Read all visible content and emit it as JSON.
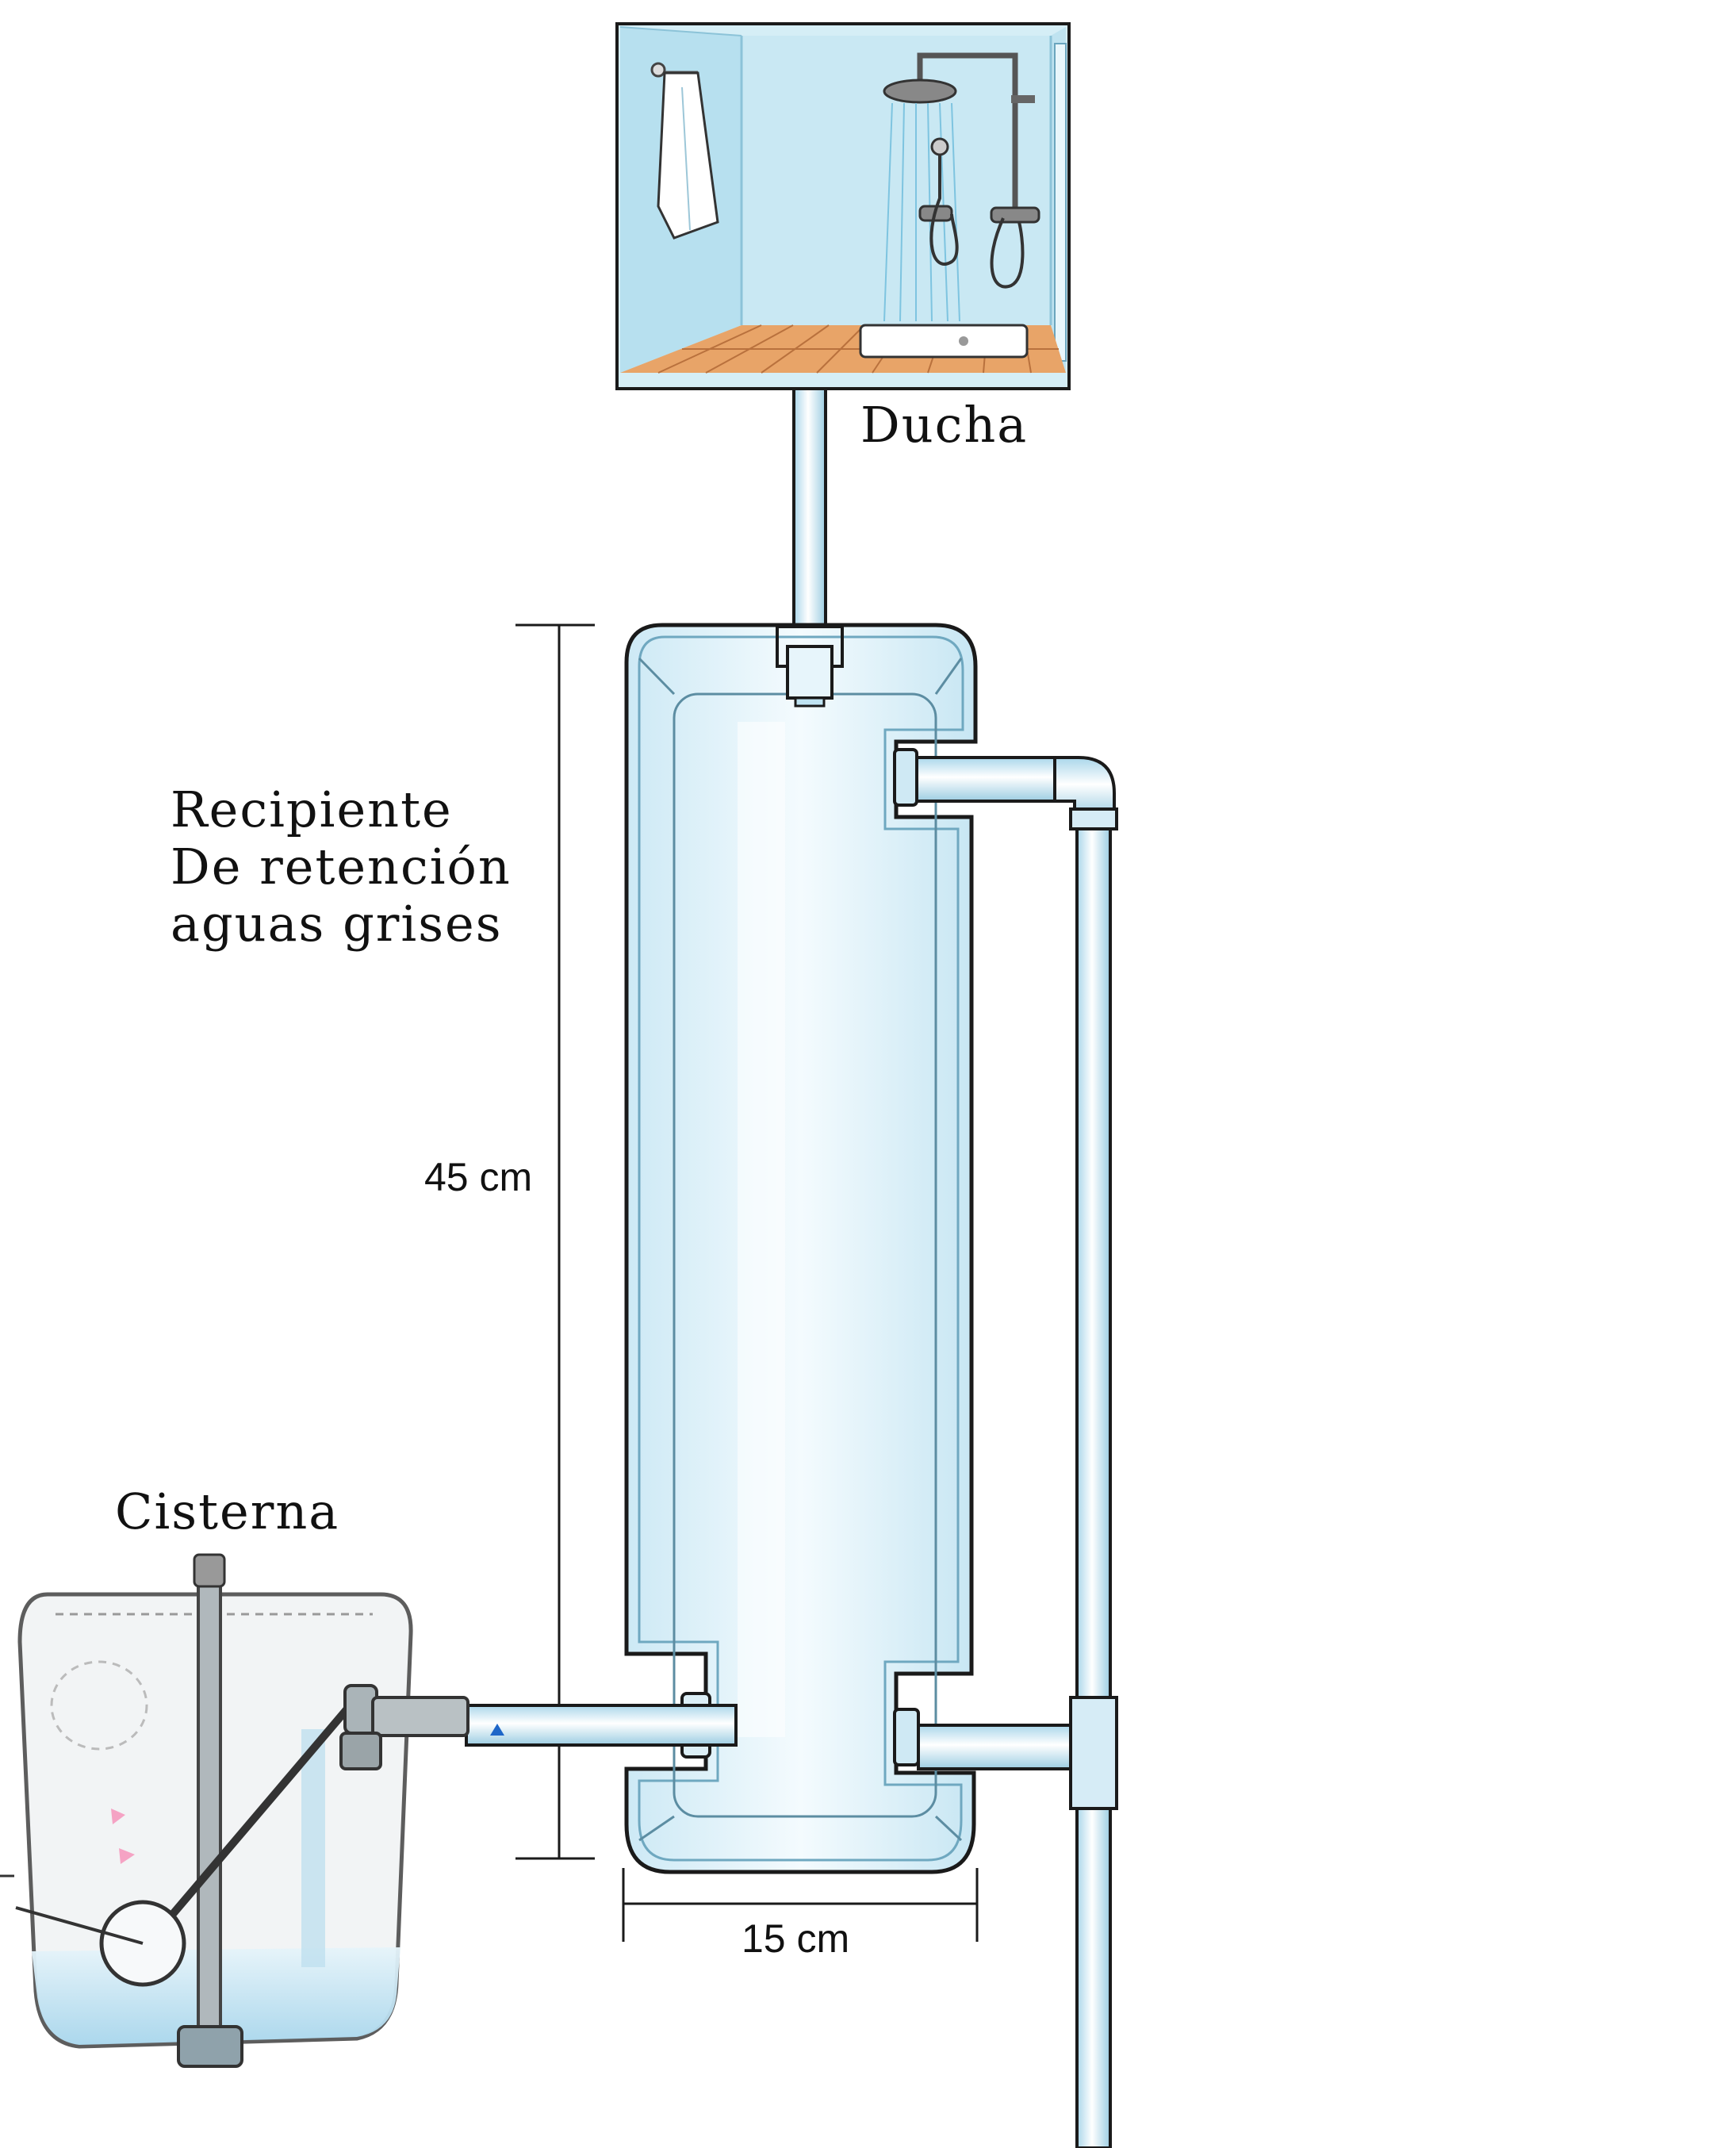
{
  "labels": {
    "shower": "Ducha",
    "container": [
      "Recipiente",
      "De retención",
      "aguas grises"
    ],
    "cistern": "Cisterna",
    "height": "45 cm",
    "width": "15 cm"
  },
  "colors": {
    "water": "#bfe3f2",
    "pipe": "#d6ecf6",
    "outline": "#1a1a1a",
    "floor": "#e8a468",
    "shower_wall": "#cfeaf3"
  },
  "icons": [
    "shower-icon",
    "towel-icon",
    "cistern-icon"
  ]
}
